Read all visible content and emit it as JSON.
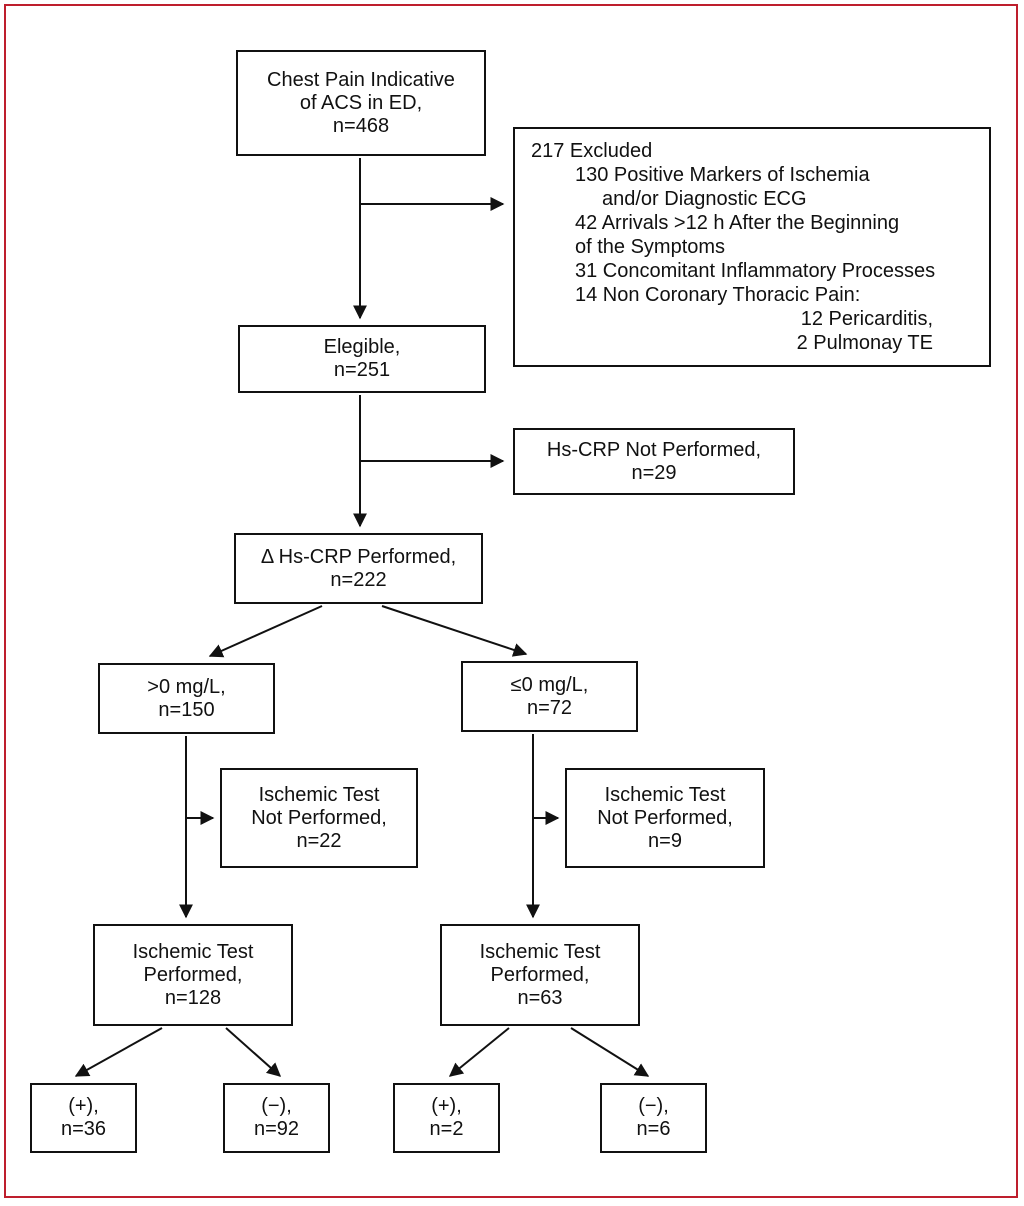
{
  "figure": {
    "type": "flowchart",
    "colors": {
      "frame": "#be1e2d",
      "ink": "#111111"
    }
  },
  "nodes": {
    "chest_pain": {
      "lines": [
        "Chest Pain Indicative",
        "of ACS in ED,",
        "n=468"
      ]
    },
    "excluded": {
      "lines": [
        "217 Excluded",
        "130 Positive Markers of Ischemia",
        "and/or Diagnostic ECG",
        "42 Arrivals >12 h After the Beginning",
        "of the Symptoms",
        "31 Concomitant Inflammatory Processes",
        "14 Non Coronary Thoracic Pain:",
        "12 Pericarditis,",
        "2 Pulmonay TE"
      ]
    },
    "elegible": {
      "lines": [
        "Elegible,",
        "n=251"
      ]
    },
    "hscrp_not_performed": {
      "lines": [
        "Hs-CRP Not Performed,",
        "n=29"
      ]
    },
    "hscrp_performed": {
      "lines": [
        "Δ Hs-CRP Performed,",
        "n=222"
      ]
    },
    "crp_positive": {
      "lines": [
        ">0 mg/L,",
        "n=150"
      ]
    },
    "crp_negative": {
      "lines": [
        "≤0 mg/L,",
        "n=72"
      ]
    },
    "test_not_performed_left": {
      "lines": [
        "Ischemic Test",
        "Not Performed,",
        "n=22"
      ]
    },
    "test_not_performed_right": {
      "lines": [
        "Ischemic Test",
        "Not Performed,",
        "n=9"
      ]
    },
    "test_performed_left": {
      "lines": [
        "Ischemic Test",
        "Performed,",
        "n=128"
      ]
    },
    "test_performed_right": {
      "lines": [
        "Ischemic Test",
        "Performed,",
        "n=63"
      ]
    },
    "result_left_positive": {
      "lines": [
        "(+),",
        "n=36"
      ]
    },
    "result_left_negative": {
      "lines": [
        "(−),",
        "n=92"
      ]
    },
    "result_right_positive": {
      "lines": [
        "(+),",
        "n=2"
      ]
    },
    "result_right_negative": {
      "lines": [
        "(−),",
        "n=6"
      ]
    }
  }
}
